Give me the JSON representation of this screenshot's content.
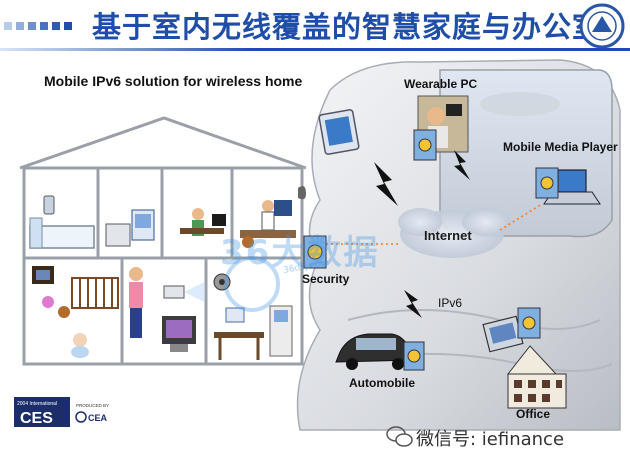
{
  "slide": {
    "title": "基于室内无线覆盖的智慧家庭与办公室",
    "subtitle": "Mobile IPv6 solution for wireless home"
  },
  "labels": {
    "wearable_pc": "Wearable PC",
    "mobile_media_player": "Mobile Media Player",
    "internet": "Internet",
    "ipv6": "IPv6",
    "security": "Security",
    "automobile": "Automobile",
    "office": "Office"
  },
  "logo": {
    "ces_year": "2004 International",
    "ces_text": "CES",
    "ces_producer": "PRODUCED BY",
    "cea_text": "CEA"
  },
  "watermark": {
    "text": "36大数据",
    "url": "36dsj.com"
  },
  "footer": {
    "wechat": "微信号: iefinance"
  },
  "colors": {
    "title": "#1f4ea8",
    "house_line": "#9aa0a8",
    "link_dotted": "#ff7a1a",
    "lightning": "#111111"
  }
}
